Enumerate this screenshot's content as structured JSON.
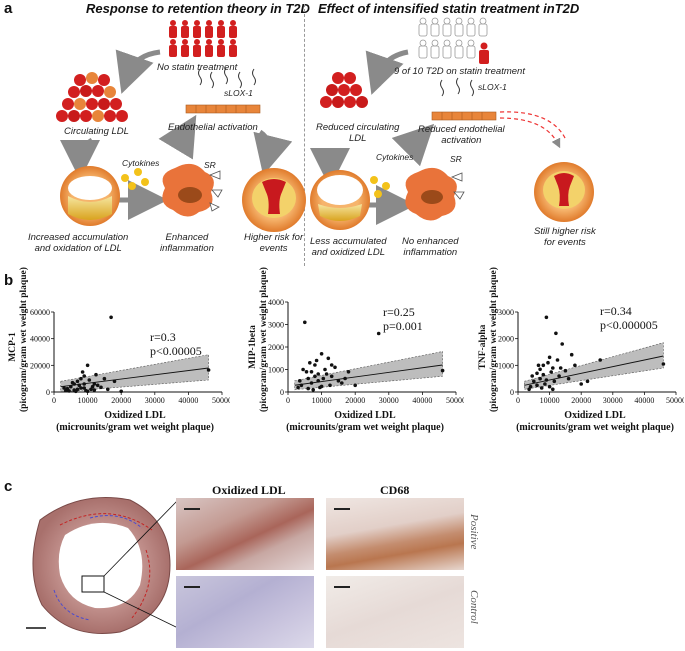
{
  "panel_a": {
    "letter": "a",
    "left": {
      "title": "Response to retention theory in T2D",
      "people_caption": "No statin treatment",
      "circulating": "Circulating  LDL",
      "slox": "sLOX-1",
      "endothelial": "Endothelial activation",
      "cytokines": "Cytokines",
      "sr": "SR",
      "accumulation": [
        "Increased  accumulation",
        "and oxidation of LDL"
      ],
      "inflammation": [
        "Enhanced",
        "inflammation"
      ],
      "risk": [
        "Higher risk for",
        "events"
      ]
    },
    "right": {
      "title": "Effect of intensified statin treatment inT2D",
      "people_caption": "9 of 10 T2D on statin treatment",
      "circulating": [
        "Reduced circulating",
        "LDL"
      ],
      "slox": "sLOX-1",
      "endothelial": [
        "Reduced endothelial",
        "activation"
      ],
      "cytokines": "Cytokines",
      "sr": "SR",
      "accumulation": [
        "Less accumulated",
        "and oxidized LDL"
      ],
      "inflammation": [
        "No enhanced",
        "inflammation"
      ],
      "risk": [
        "Still higher risk",
        "for events"
      ]
    },
    "colors": {
      "red": "#d21f1f",
      "orange": "#e8853a",
      "yellow": "#f3c21a",
      "cell": "#e9733a",
      "arrow": "#8a8a8a"
    }
  },
  "panel_b": {
    "letter": "b",
    "x_axis_label": [
      "Oxidized LDL",
      "(microunits/gram wet weight plaque)"
    ],
    "plots": [
      {
        "ylabel": [
          "MCP-1",
          "(picogram/gram wet weight plaque)"
        ],
        "r": "r=0.3",
        "p": "p<0.00005"
      },
      {
        "ylabel": [
          "MIP-1beta",
          "(picogram/gram wet weight plaque)"
        ],
        "r": "r=0.25",
        "p": "p=0.001"
      },
      {
        "ylabel": [
          "TNF-alpha",
          "(picogram/gram wet weight plaque)"
        ],
        "r": "r=0.34",
        "p": "p<0.000005"
      }
    ]
  },
  "chart_data": [
    {
      "type": "scatter",
      "title": "",
      "xlabel": "Oxidized LDL (microunits/gram wet weight plaque)",
      "ylabel": "MCP-1 (picogram/gram wet weight plaque)",
      "xlim": [
        0,
        50000
      ],
      "ylim": [
        0,
        60000
      ],
      "xticks": [
        "0",
        "10000",
        "20000",
        "30000",
        "40000",
        "50000"
      ],
      "yticks": [
        "0",
        "20000",
        "40000",
        "60000"
      ],
      "annotations": [
        "r=0.3",
        "p<0.00005"
      ],
      "trend": {
        "x": [
          2000,
          46000
        ],
        "y": [
          4000,
          18000
        ],
        "band_low": [
          0,
          9000
        ],
        "band_high": [
          8000,
          28000
        ]
      },
      "points": [
        [
          46000,
          16500
        ],
        [
          17000,
          56000
        ],
        [
          15000,
          10000
        ],
        [
          12000,
          6000
        ],
        [
          9000,
          12000
        ],
        [
          10000,
          20000
        ],
        [
          8000,
          3000
        ],
        [
          6000,
          1500
        ],
        [
          7000,
          8000
        ],
        [
          11000,
          2000
        ],
        [
          5000,
          4000
        ],
        [
          13000,
          5000
        ],
        [
          9500,
          1000
        ],
        [
          4000,
          2500
        ],
        [
          14000,
          3500
        ],
        [
          8500,
          15000
        ],
        [
          10500,
          9000
        ],
        [
          6500,
          500
        ],
        [
          3500,
          1000
        ],
        [
          7500,
          5000
        ],
        [
          12500,
          13000
        ],
        [
          11500,
          4000
        ],
        [
          16000,
          2000
        ],
        [
          18000,
          8000
        ],
        [
          20000,
          500
        ],
        [
          9000,
          6000
        ],
        [
          5500,
          7000
        ],
        [
          3000,
          3000
        ],
        [
          8000,
          10000
        ],
        [
          10000,
          500
        ],
        [
          7000,
          2000
        ],
        [
          6000,
          6000
        ],
        [
          4500,
          800
        ],
        [
          12000,
          1500
        ],
        [
          9000,
          3000
        ]
      ]
    },
    {
      "type": "scatter",
      "title": "",
      "xlabel": "Oxidized LDL (microunits/gram wet weight plaque)",
      "ylabel": "MIP-1beta (picogram/gram wet weight plaque)",
      "xlim": [
        0,
        50000
      ],
      "ylim": [
        0,
        4000
      ],
      "xticks": [
        "0",
        "10000",
        "20000",
        "30000",
        "40000",
        "50000"
      ],
      "yticks": [
        "0",
        "1000",
        "2000",
        "3000",
        "4000"
      ],
      "annotations": [
        "r=0.25",
        "p=0.001"
      ],
      "trend": {
        "x": [
          2000,
          46000
        ],
        "y": [
          300,
          1200
        ],
        "band_low": [
          100,
          700
        ],
        "band_high": [
          500,
          1800
        ]
      },
      "points": [
        [
          5000,
          3100
        ],
        [
          27000,
          2600
        ],
        [
          46000,
          950
        ],
        [
          10000,
          1700
        ],
        [
          12000,
          1500
        ],
        [
          8000,
          1200
        ],
        [
          9000,
          800
        ],
        [
          6000,
          600
        ],
        [
          11000,
          1000
        ],
        [
          7000,
          400
        ],
        [
          4000,
          300
        ],
        [
          13000,
          700
        ],
        [
          15000,
          500
        ],
        [
          14000,
          1100
        ],
        [
          9500,
          200
        ],
        [
          5500,
          900
        ],
        [
          3500,
          500
        ],
        [
          8500,
          1400
        ],
        [
          10500,
          600
        ],
        [
          12500,
          300
        ],
        [
          6500,
          1300
        ],
        [
          7500,
          100
        ],
        [
          11500,
          800
        ],
        [
          16000,
          400
        ],
        [
          18000,
          900
        ],
        [
          20000,
          300
        ],
        [
          4500,
          1000
        ],
        [
          9000,
          500
        ],
        [
          10000,
          250
        ],
        [
          8000,
          700
        ],
        [
          6000,
          150
        ],
        [
          13000,
          1200
        ],
        [
          17000,
          600
        ],
        [
          3000,
          200
        ],
        [
          7000,
          900
        ]
      ]
    },
    {
      "type": "scatter",
      "title": "",
      "xlabel": "Oxidized LDL (microunits/gram wet weight plaque)",
      "ylabel": "TNF-alpha (picogram/gram wet weight plaque)",
      "xlim": [
        0,
        50000
      ],
      "ylim": [
        0,
        3000
      ],
      "xticks": [
        "0",
        "10000",
        "20000",
        "30000",
        "40000",
        "50000"
      ],
      "yticks": [
        "0",
        "1000",
        "2000",
        "3000"
      ],
      "annotations": [
        "r=0.34",
        "p<0.000005"
      ],
      "trend": {
        "x": [
          2000,
          46000
        ],
        "y": [
          250,
          1350
        ],
        "band_low": [
          100,
          900
        ],
        "band_high": [
          400,
          1850
        ]
      },
      "points": [
        [
          9000,
          2800
        ],
        [
          12000,
          2200
        ],
        [
          46000,
          1050
        ],
        [
          14000,
          1800
        ],
        [
          17000,
          1400
        ],
        [
          10000,
          1300
        ],
        [
          8000,
          1000
        ],
        [
          11000,
          900
        ],
        [
          6000,
          700
        ],
        [
          7000,
          500
        ],
        [
          9500,
          1100
        ],
        [
          13000,
          600
        ],
        [
          5000,
          400
        ],
        [
          4000,
          200
        ],
        [
          15000,
          800
        ],
        [
          12500,
          1200
        ],
        [
          8500,
          300
        ],
        [
          10500,
          750
        ],
        [
          6500,
          1000
        ],
        [
          7500,
          150
        ],
        [
          11500,
          400
        ],
        [
          16000,
          500
        ],
        [
          18000,
          1000
        ],
        [
          20000,
          300
        ],
        [
          4500,
          600
        ],
        [
          9000,
          450
        ],
        [
          10000,
          200
        ],
        [
          3500,
          100
        ],
        [
          13500,
          900
        ],
        [
          26000,
          1200
        ],
        [
          22000,
          400
        ],
        [
          8000,
          650
        ],
        [
          6000,
          250
        ],
        [
          7000,
          850
        ],
        [
          11000,
          100
        ]
      ]
    }
  ],
  "panel_c": {
    "letter": "c",
    "col1": "Oxidized LDL",
    "col2": "CD68",
    "row1": "Positive",
    "row2": "Control"
  }
}
